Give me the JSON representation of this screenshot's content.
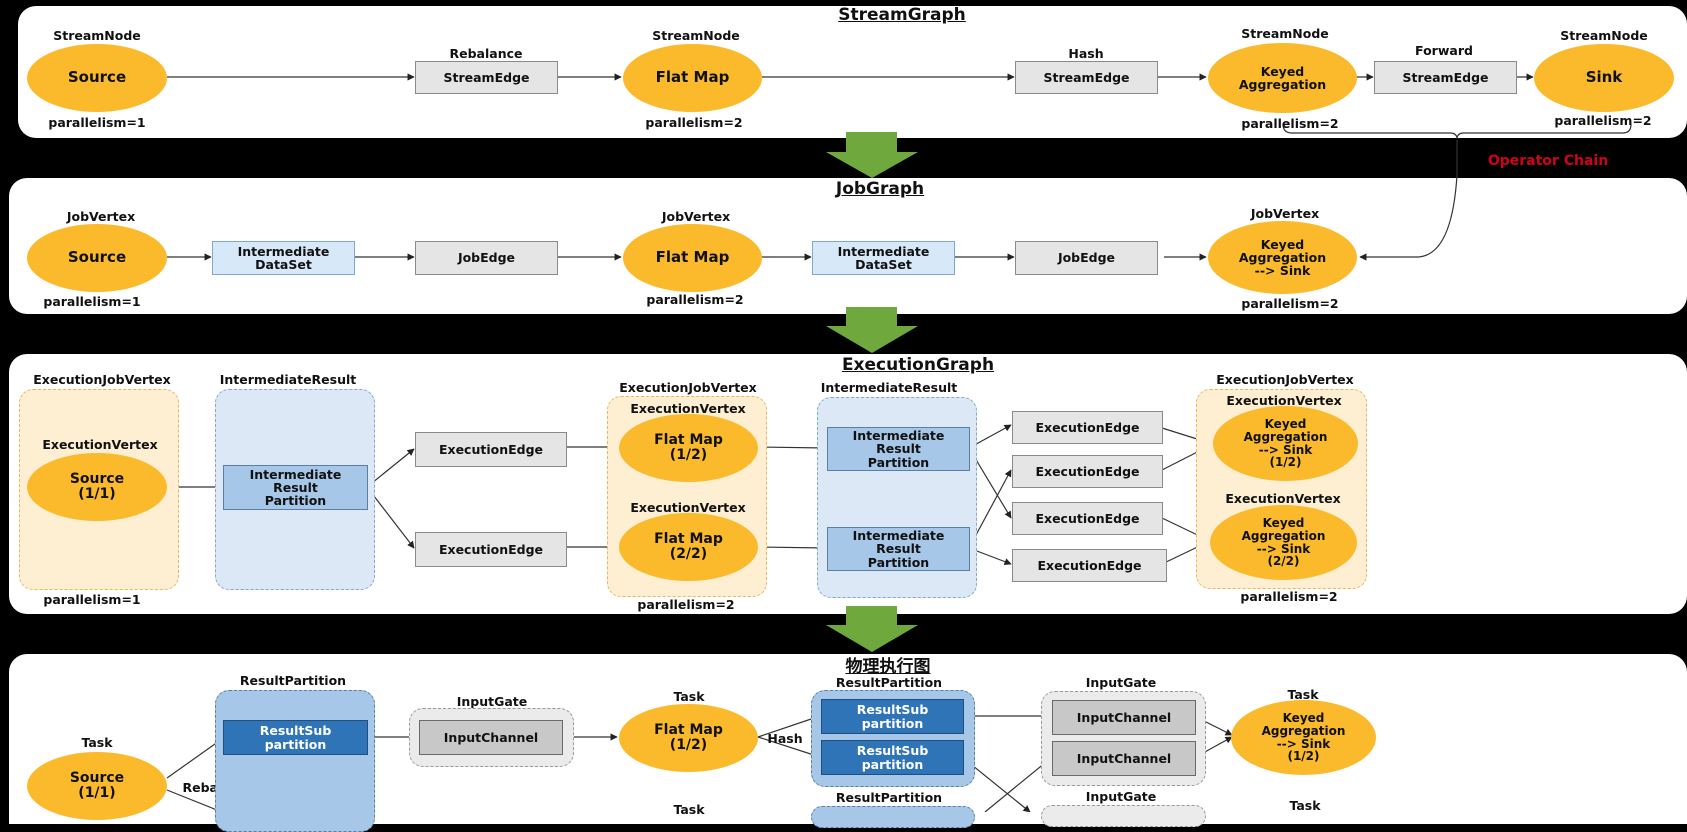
{
  "sections": {
    "stream": "StreamGraph",
    "job": "JobGraph",
    "exec": "ExecutionGraph",
    "phys": "物理执行图"
  },
  "stream": {
    "node_label": "StreamNode",
    "source": "Source",
    "flatmap": "Flat Map",
    "keyed": "Keyed\nAggregation",
    "sink": "Sink",
    "edge": "StreamEdge",
    "rebalance": "Rebalance",
    "hash": "Hash",
    "forward": "Forward",
    "p1": "parallelism=1",
    "p2": "parallelism=2",
    "operator_chain": "Operator Chain"
  },
  "job": {
    "vertex_label": "JobVertex",
    "source": "Source",
    "flatmap": "Flat Map",
    "keyed": "Keyed\nAggregation\n--> Sink",
    "dataset": "Intermediate\nDataSet",
    "edge": "JobEdge",
    "p1": "parallelism=1",
    "p2": "parallelism=2"
  },
  "exec": {
    "ejv": "ExecutionJobVertex",
    "ir": "IntermediateResult",
    "ev": "ExecutionVertex",
    "source": "Source\n(1/1)",
    "fm1": "Flat Map\n(1/2)",
    "fm2": "Flat Map\n(2/2)",
    "k1": "Keyed\nAggregation\n--> Sink\n(1/2)",
    "k2": "Keyed\nAggregation\n--> Sink\n(2/2)",
    "irp": "Intermediate\nResult\nPartition",
    "edge": "ExecutionEdge",
    "p1": "parallelism=1",
    "p2": "parallelism=2"
  },
  "phys": {
    "rp": "ResultPartition",
    "ig": "InputGate",
    "task": "Task",
    "ic": "InputChannel",
    "rsp": "ResultSub\npartition",
    "source": "Source\n(1/1)",
    "fm": "Flat Map\n(1/2)",
    "k1": "Keyed\nAggregation\n--> Sink\n(1/2)",
    "rebalance": "Rebalance",
    "hash": "Hash"
  },
  "colors": {
    "operator": "#FABA2C",
    "arrow_green": "#6FA83D",
    "chain_red": "#D0021B"
  }
}
